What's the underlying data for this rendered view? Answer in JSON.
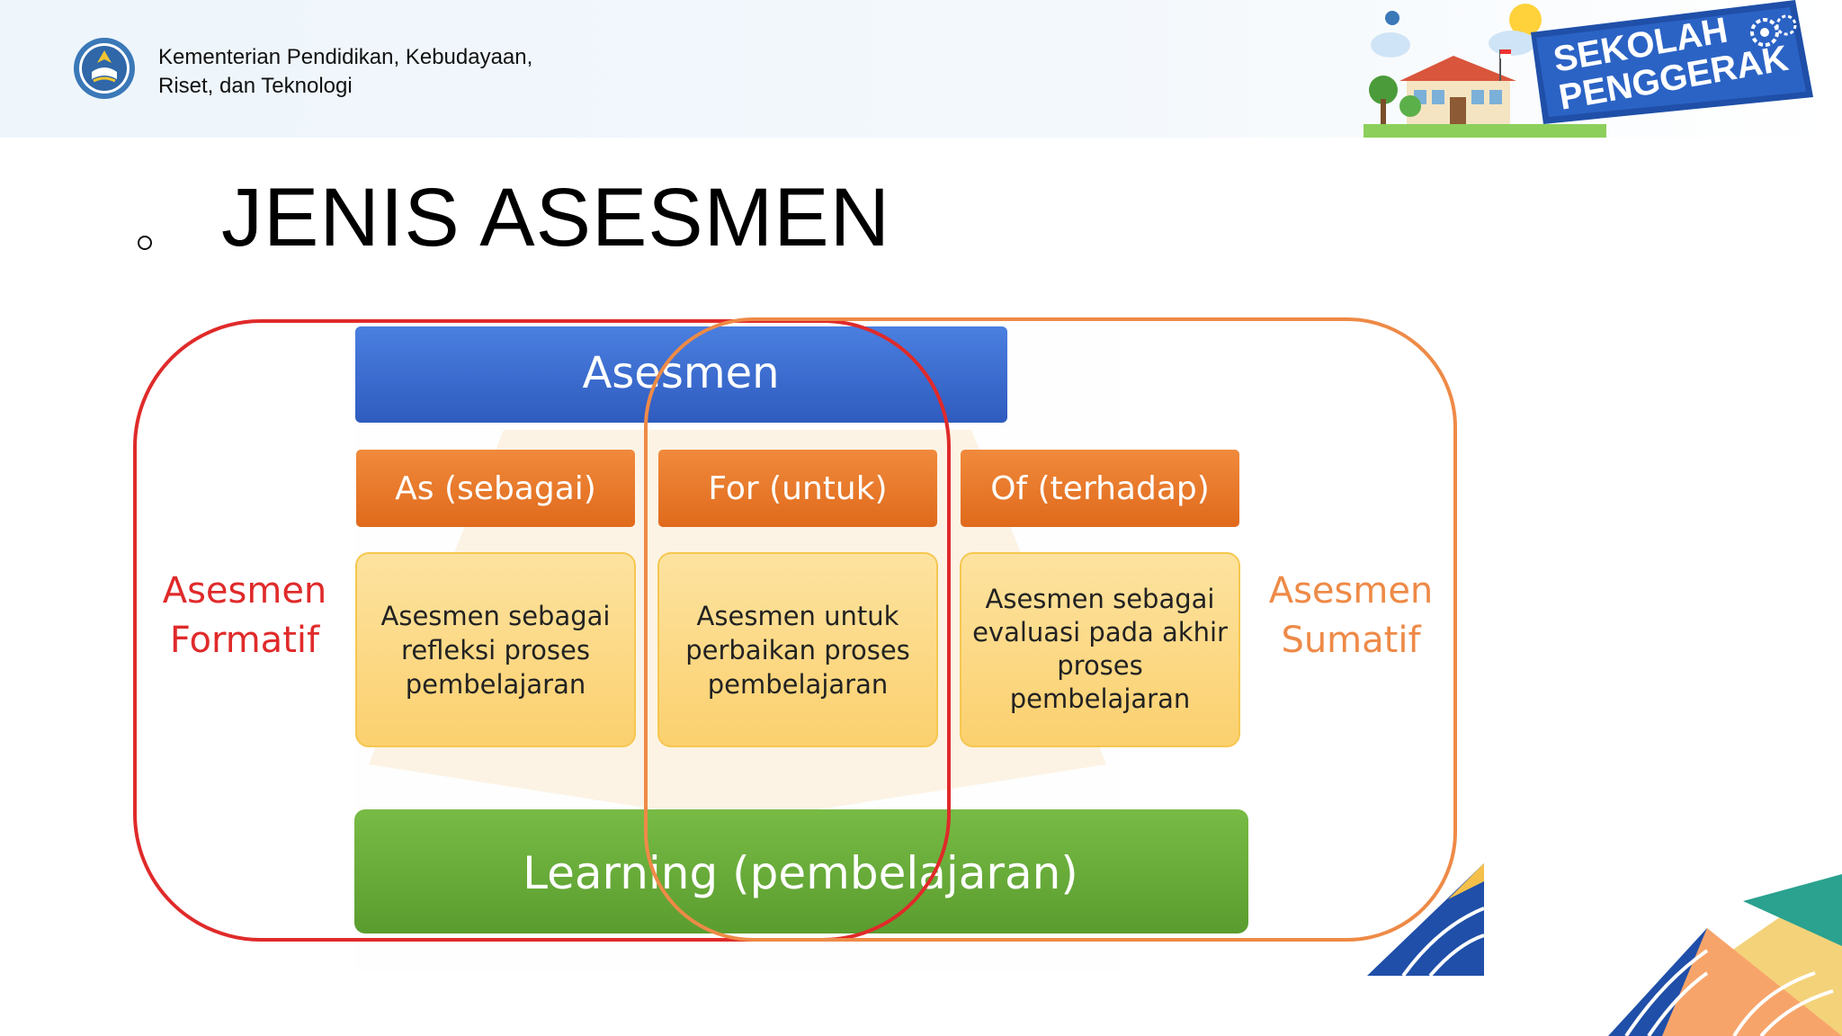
{
  "header": {
    "org_line1": "Kementerian Pendidikan, Kebudayaan,",
    "org_line2": "Riset, dan Teknologi",
    "brand_line1": "SEKOLAH",
    "brand_line2": "PENGGERAK"
  },
  "slide": {
    "title": "JENIS ASESMEN"
  },
  "diagram": {
    "top_label": "Asesmen",
    "columns": [
      {
        "heading": "As (sebagai)",
        "desc": [
          "Asesmen sebagai",
          "refleksi proses",
          "pembelajaran"
        ]
      },
      {
        "heading": "For (untuk)",
        "desc": [
          "Asesmen untuk",
          "perbaikan proses",
          "pembelajaran"
        ]
      },
      {
        "heading": "Of (terhadap)",
        "desc": [
          "Asesmen sebagai",
          "evaluasi pada akhir",
          "proses",
          "pembelajaran"
        ]
      }
    ],
    "bottom_label": "Learning (pembelajaran)",
    "left_group": [
      "Asesmen",
      "Formatif"
    ],
    "right_group": [
      "Asesmen",
      "Sumatif"
    ],
    "colors": {
      "blue": "#3f6fd1",
      "orange": "#ec7a2c",
      "yellow": "#fdd77f",
      "green": "#6aad3a",
      "formatif_outline": "#e02a2a",
      "sumatif_outline": "#ee8a47"
    }
  }
}
